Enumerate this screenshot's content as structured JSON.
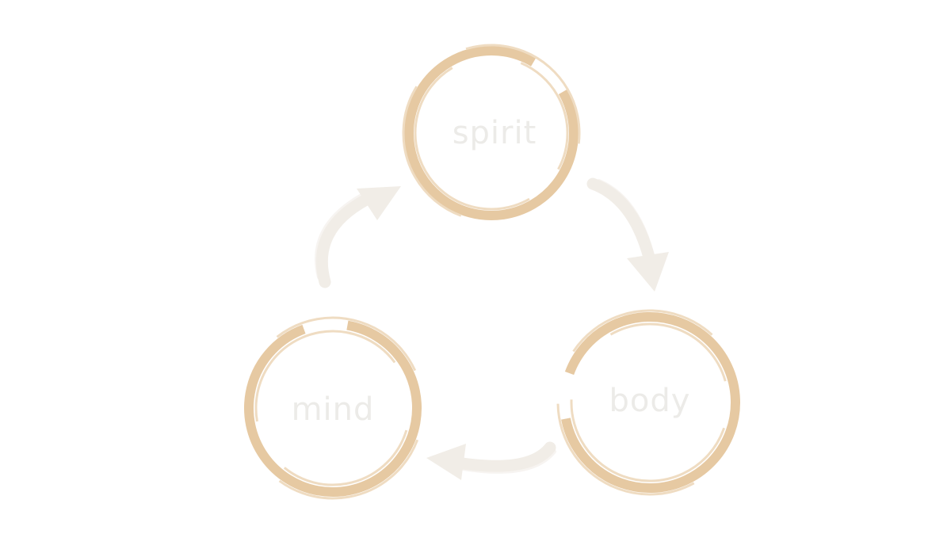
{
  "diagram": {
    "type": "cycle",
    "nodes": [
      {
        "id": "spirit",
        "label": "spirit"
      },
      {
        "id": "body",
        "label": "body"
      },
      {
        "id": "mind",
        "label": "mind"
      }
    ],
    "edges": [
      {
        "from": "spirit",
        "to": "body"
      },
      {
        "from": "body",
        "to": "mind"
      },
      {
        "from": "mind",
        "to": "spirit"
      }
    ]
  },
  "colors": {
    "background": "#ffffff",
    "ring": "#e6c9a2",
    "ring_light": "#efdcc2",
    "arrow": "#f1ede7",
    "label": "#ecebe8"
  }
}
